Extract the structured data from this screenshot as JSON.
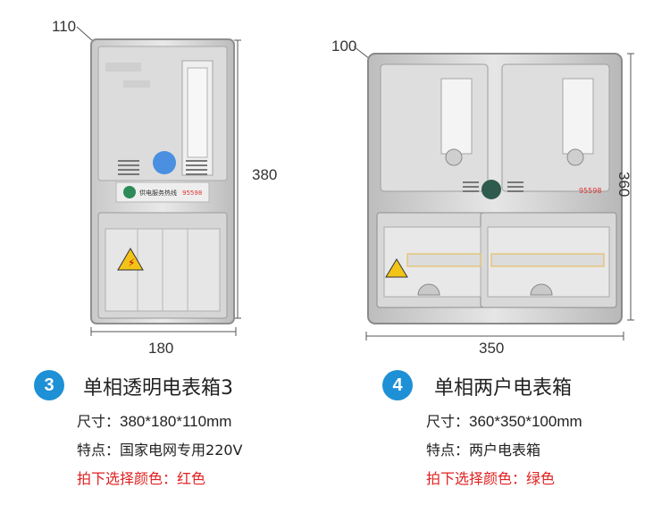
{
  "products": [
    {
      "height_label": "380",
      "depth_label": "110",
      "width_label": "180",
      "badge": "3",
      "title": "单相透明电表箱3",
      "size_label": "尺寸：",
      "size_value": "380*180*110mm",
      "feature_label": "特点：",
      "feature_value": "国家电网专用220V",
      "color_note": "拍下选择颜色：红色",
      "box_text": "供电服务热线",
      "box_hotline": "95598"
    },
    {
      "height_label": "360",
      "depth_label": "100",
      "width_label": "350",
      "badge": "4",
      "title": "单相两户电表箱",
      "size_label": "尺寸：",
      "size_value": "360*350*100mm",
      "feature_label": "特点：",
      "feature_value": "两户电表箱",
      "color_note": "拍下选择颜色：绿色",
      "box_hotline": "95598"
    }
  ],
  "colors": {
    "badge": "#1e90d6",
    "note_red": "#e02020",
    "knob_blue": "#4a8fe0",
    "knob_green": "#2f5a4e"
  }
}
